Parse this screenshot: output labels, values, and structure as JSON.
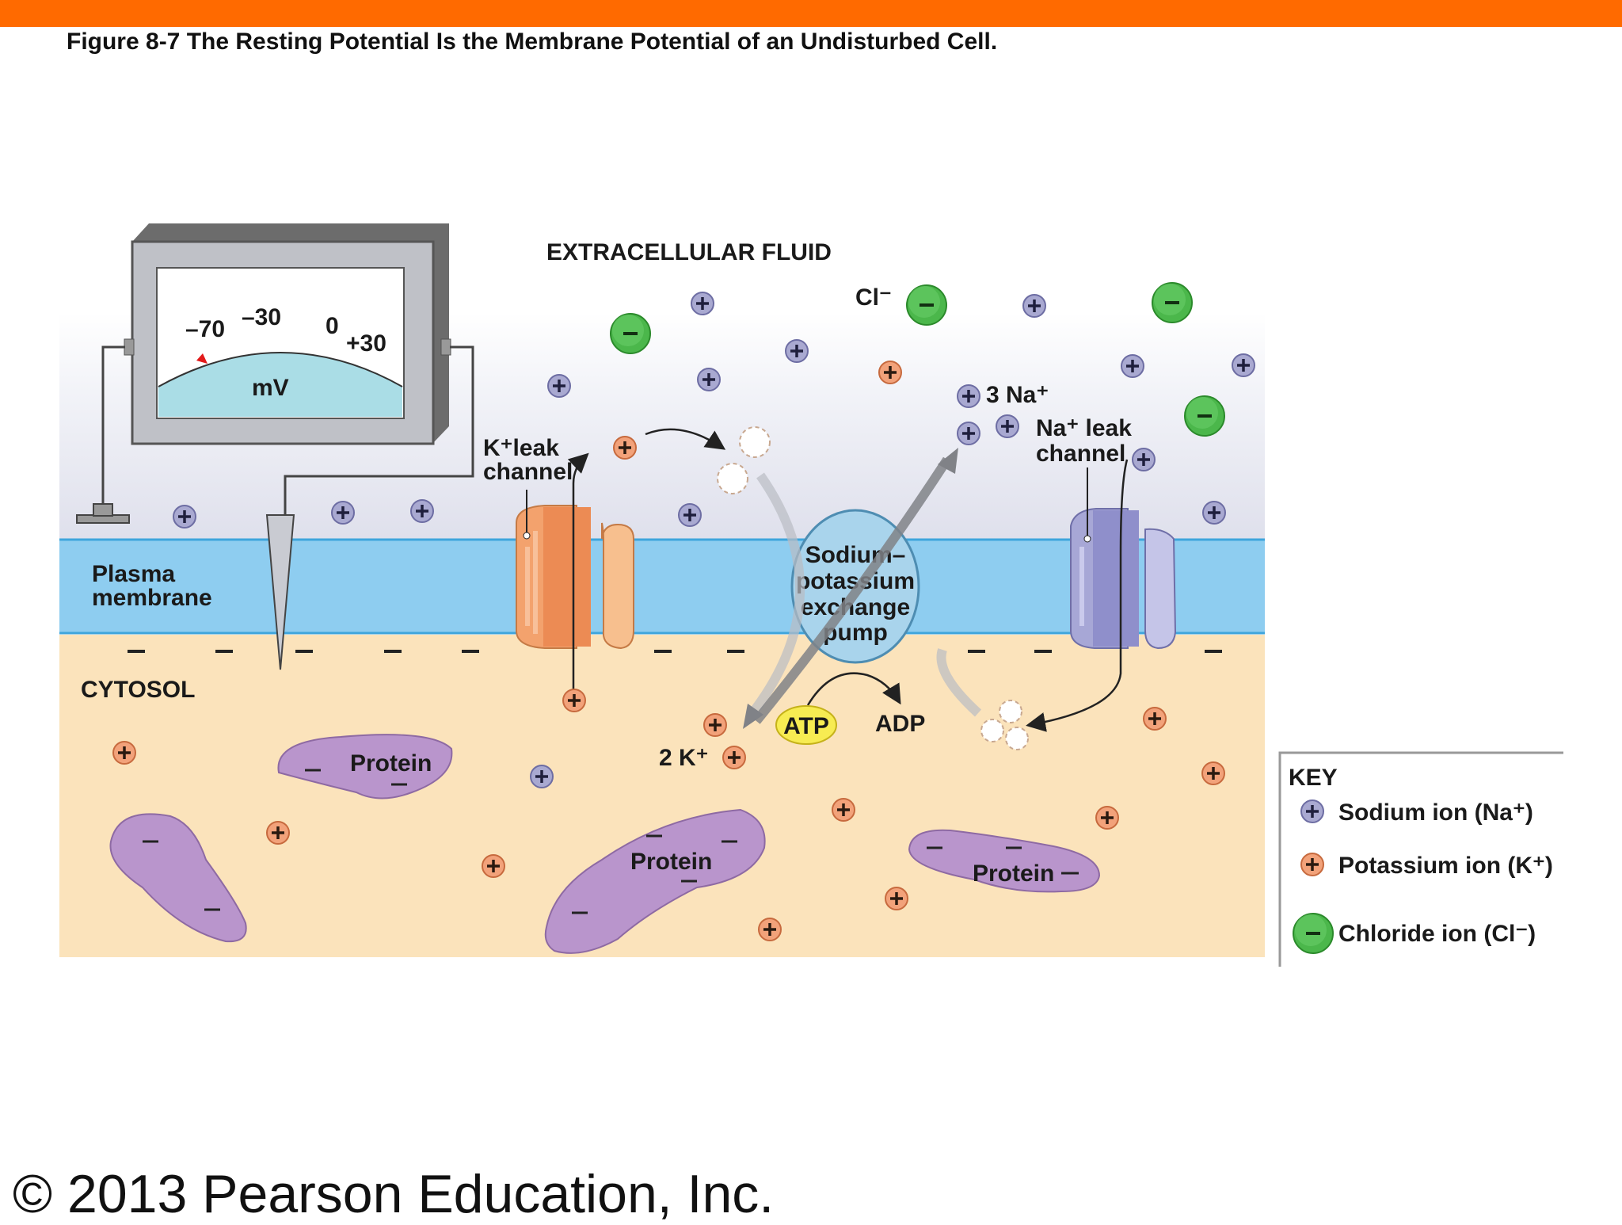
{
  "header": {
    "title": "Figure 8-7  The Resting Potential Is the Membrane Potential of an Undisturbed Cell."
  },
  "footer": {
    "copyright": "© 2013 Pearson Education, Inc."
  },
  "meter": {
    "ticks": [
      "–70",
      "–30",
      "0",
      "+30"
    ],
    "unit": "mV",
    "reading": -70
  },
  "regions": {
    "extracellular": "EXTRACELLULAR FLUID",
    "membrane_line1": "Plasma",
    "membrane_line2": "membrane",
    "cytosol": "CYTOSOL"
  },
  "labels": {
    "k_leak_line1": "K⁺leak",
    "k_leak_line2": "channel",
    "na_leak_line1": "Na⁺ leak",
    "na_leak_line2": "channel",
    "pump_line1": "Sodium–",
    "pump_line2": "potassium",
    "pump_line3": "exchange",
    "pump_line4": "pump",
    "three_na": "3 Na⁺",
    "two_k": "2 K⁺",
    "atp": "ATP",
    "adp": "ADP",
    "cl": "Cl⁻",
    "protein": "Protein"
  },
  "key": {
    "title": "KEY",
    "sodium": "Sodium ion (Na⁺)",
    "potassium": "Potassium ion (K⁺)",
    "chloride": "Chloride ion (Cl⁻)"
  },
  "colors": {
    "banner": "#ff6a00",
    "extracellular": "#e6e7ef",
    "membrane": "#8ecdf0",
    "cytosol": "#fbe3bb",
    "sodium_ion": "#a9a9d1",
    "potassium_ion": "#f2a27a",
    "chloride_ion": "#4bb74b",
    "protein": "#b995cc",
    "k_channel": "#f3a26d",
    "na_channel": "#a7a7d6",
    "pump": "#a9d4ec",
    "atp": "#f7ec52"
  }
}
